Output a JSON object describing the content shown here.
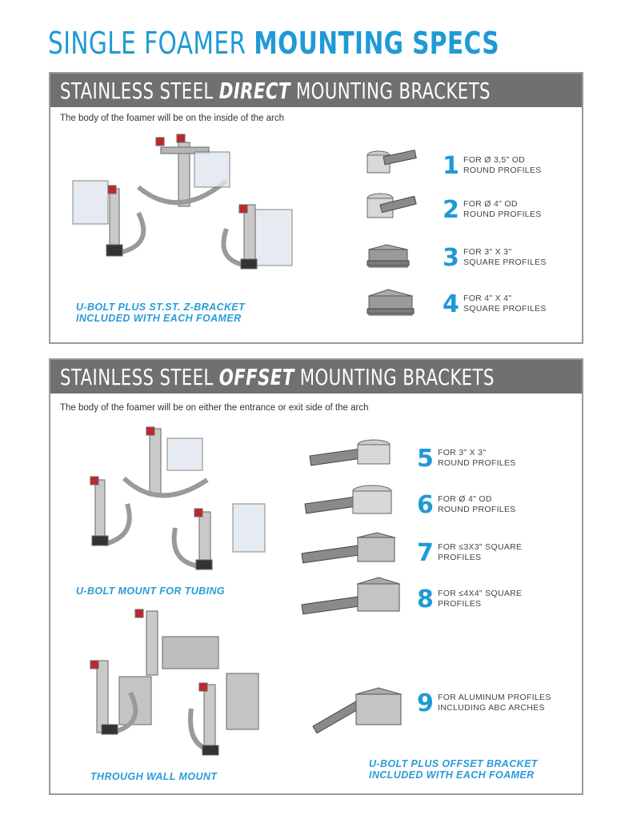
{
  "title": {
    "light": "SINGLE FOAMER",
    "bold": "MOUNTING SPECS"
  },
  "colors": {
    "accent": "#1f9ad6",
    "banner": "#707070",
    "border": "#9a9a9a",
    "valve": "#c0272d"
  },
  "direct": {
    "heading_pre": "STAINLESS STEEL",
    "heading_emph": "DIRECT",
    "heading_post": "MOUNTING BRACKETS",
    "description": "The body of the foamer will be on the inside of the arch",
    "caption_1": "U-BOLT PLUS ST.ST. Z-BRACKET",
    "caption_2": "INCLUDED WITH EACH FOAMER",
    "items": [
      {
        "num": "1",
        "line1": "FOR Ø 3,5\" OD",
        "line2": "ROUND PROFILES"
      },
      {
        "num": "2",
        "line1": "FOR Ø 4\" OD",
        "line2": "ROUND PROFILES"
      },
      {
        "num": "3",
        "line1": "FOR 3\" X 3\"",
        "line2": "SQUARE PROFILES"
      },
      {
        "num": "4",
        "line1": "FOR 4\" X 4\"",
        "line2": "SQUARE PROFILES"
      }
    ]
  },
  "offset": {
    "heading_pre": "STAINLESS STEEL",
    "heading_emph": "OFFSET",
    "heading_post": "MOUNTING BRACKETS",
    "description": "The body of the foamer will be on either the entrance or exit side of the arch",
    "caption_tubing": "U-BOLT MOUNT FOR TUBING",
    "caption_wall": "THROUGH WALL MOUNT",
    "caption_bracket_1": "U-BOLT PLUS OFFSET BRACKET",
    "caption_bracket_2": "INCLUDED WITH EACH FOAMER",
    "items": [
      {
        "num": "5",
        "line1": "FOR 3\" X 3\"",
        "line2": "ROUND PROFILES"
      },
      {
        "num": "6",
        "line1": "FOR Ø 4\" OD",
        "line2": "ROUND PROFILES"
      },
      {
        "num": "7",
        "line1": "FOR ≤3X3\" SQUARE",
        "line2": "PROFILES"
      },
      {
        "num": "8",
        "line1": "FOR ≤4X4\" SQUARE",
        "line2": "PROFILES"
      },
      {
        "num": "9",
        "line1": "FOR ALUMINUM PROFILES",
        "line2": "INCLUDING ABC ARCHES"
      }
    ]
  }
}
